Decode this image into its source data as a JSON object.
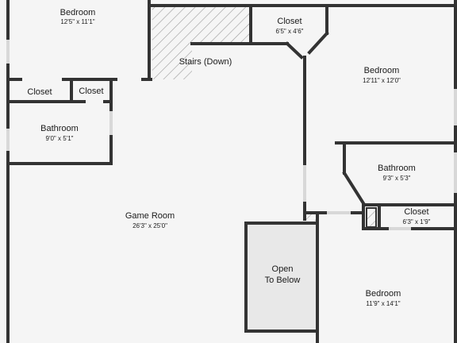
{
  "rooms": {
    "bedroom_nw": {
      "name": "Bedroom",
      "dim": "12'5\" x 11'1\""
    },
    "closet_nw_left": {
      "name": "Closet"
    },
    "closet_nw_right": {
      "name": "Closet"
    },
    "bathroom_w": {
      "name": "Bathroom",
      "dim": "9'0\" x 5'1\""
    },
    "stairs": {
      "name": "Stairs (Down)"
    },
    "closet_n": {
      "name": "Closet",
      "dim": "6'5\" x 4'6\""
    },
    "bedroom_ne": {
      "name": "Bedroom",
      "dim": "12'11\" x 12'0\""
    },
    "bathroom_e": {
      "name": "Bathroom",
      "dim": "9'3\" x 5'3\""
    },
    "closet_e": {
      "name": "Closet",
      "dim": "6'3\" x 1'9\""
    },
    "game_room": {
      "name": "Game Room",
      "dim": "26'3\" x 25'0\""
    },
    "open_to_below": {
      "line1": "Open",
      "line2": "To Below"
    },
    "bedroom_se": {
      "name": "Bedroom",
      "dim": "11'9\" x 14'1\""
    }
  },
  "colors": {
    "wall": "#333333",
    "floor": "#f5f5f5",
    "open_area": "#e8e8e8",
    "hatch": "#999999",
    "window": "#e4e4e4"
  }
}
